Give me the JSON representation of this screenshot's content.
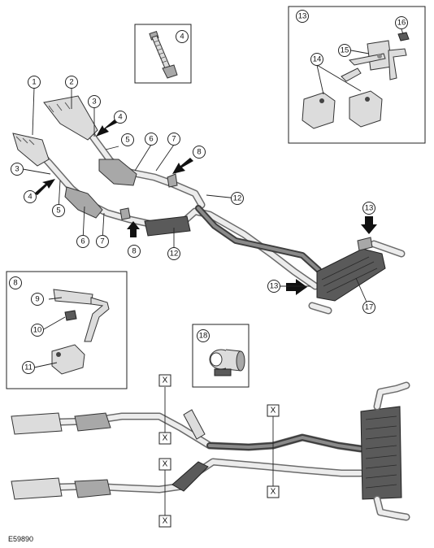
{
  "figure_id": "E59890",
  "callouts": [
    "1",
    "2",
    "3",
    "4",
    "5",
    "6",
    "7",
    "8",
    "12",
    "13",
    "17",
    "9",
    "10",
    "11",
    "14",
    "15",
    "16",
    "18"
  ],
  "x_marker": "X",
  "colors": {
    "pipe": "#6b6b6b",
    "pipe_dark": "#3e3e3e",
    "part": "#a8a8a8",
    "line": "#222222"
  }
}
